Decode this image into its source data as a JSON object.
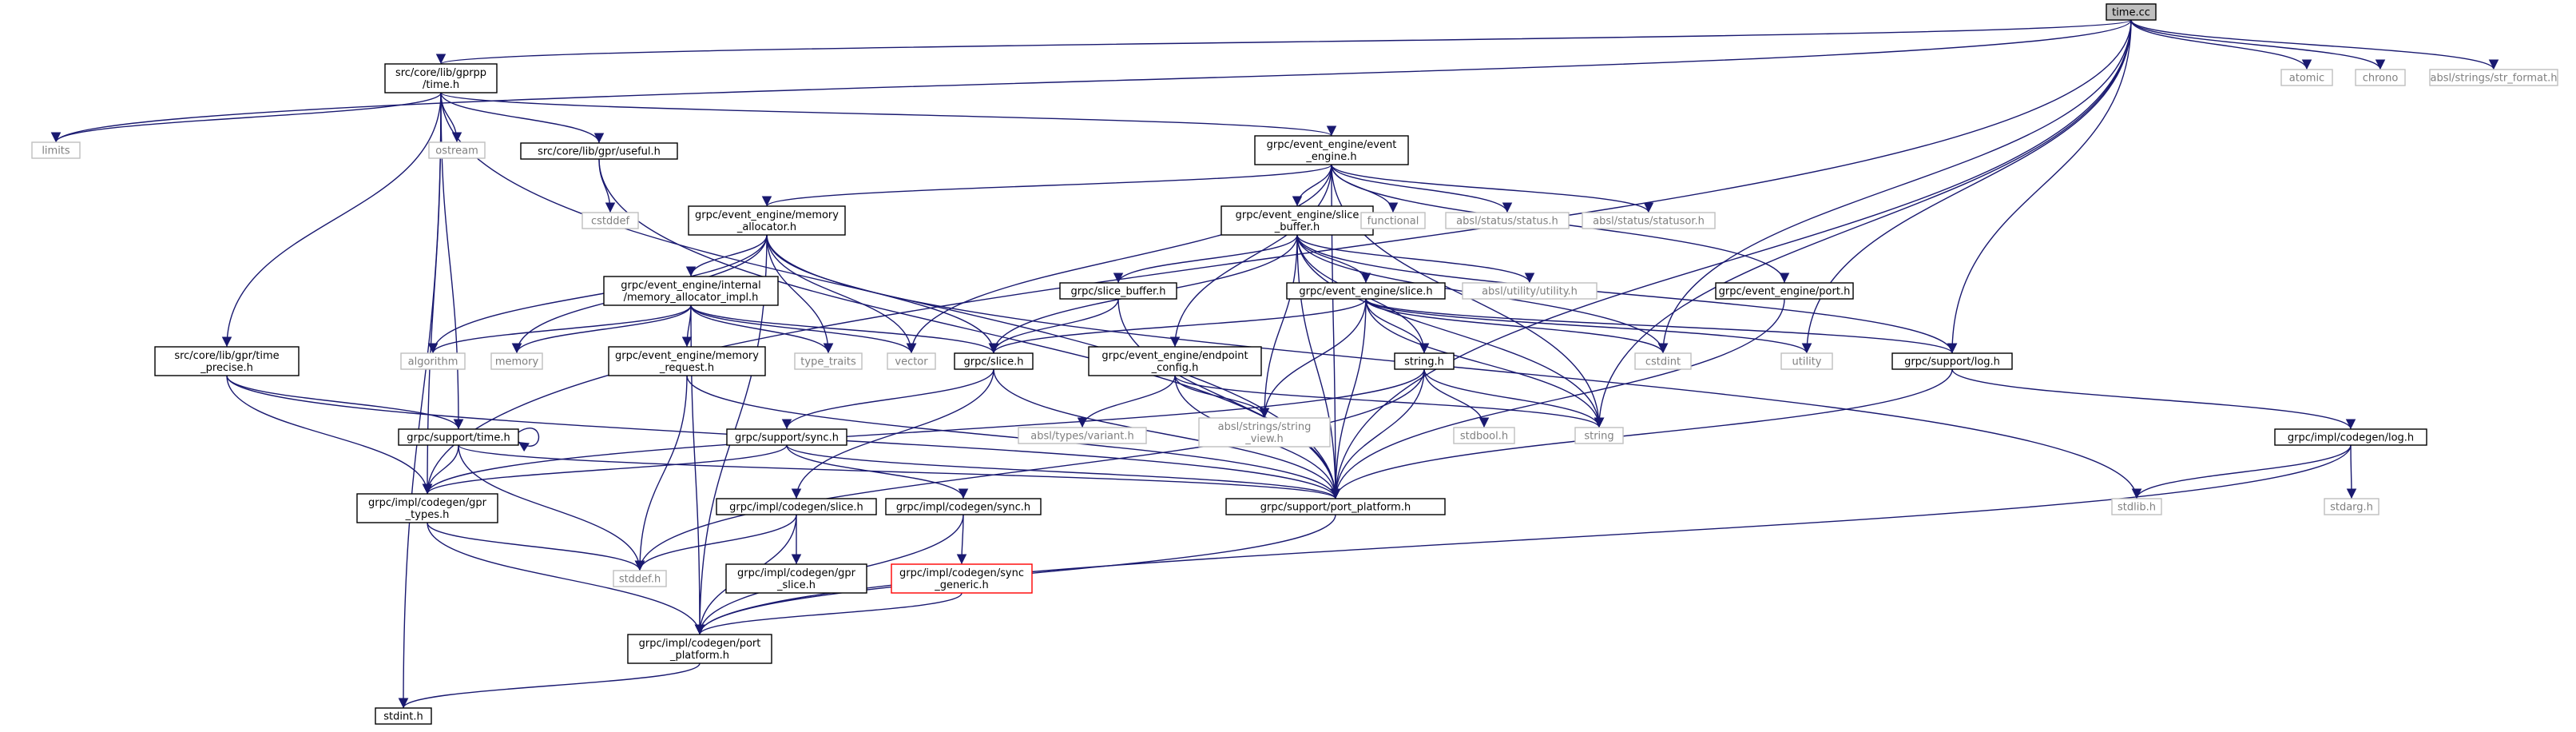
{
  "graph": {
    "colors": {
      "edge": "#191970",
      "node_border": "#000000",
      "external_border": "#bfbfbf",
      "external_text": "#7f7f7f",
      "root_fill": "#bfbfbf",
      "error_border": "#ff0000"
    },
    "nodes": [
      {
        "id": "time_cc",
        "lines": [
          "time.cc"
        ],
        "style": "root"
      },
      {
        "id": "gprpp_time",
        "lines": [
          "src/core/lib/gprpp",
          "/time.h"
        ],
        "style": "normal"
      },
      {
        "id": "limits",
        "lines": [
          "limits"
        ],
        "style": "external"
      },
      {
        "id": "ostream",
        "lines": [
          "ostream"
        ],
        "style": "external"
      },
      {
        "id": "useful",
        "lines": [
          "src/core/lib/gpr/useful.h"
        ],
        "style": "normal"
      },
      {
        "id": "cstddef",
        "lines": [
          "cstddef"
        ],
        "style": "external"
      },
      {
        "id": "ee_engine",
        "lines": [
          "grpc/event_engine/event",
          "_engine.h"
        ],
        "style": "normal"
      },
      {
        "id": "mem_alloc",
        "lines": [
          "grpc/event_engine/memory",
          "_allocator.h"
        ],
        "style": "normal"
      },
      {
        "id": "slice_buffer_ee",
        "lines": [
          "grpc/event_engine/slice",
          "_buffer.h"
        ],
        "style": "normal"
      },
      {
        "id": "functional",
        "lines": [
          "functional"
        ],
        "style": "external"
      },
      {
        "id": "status_h",
        "lines": [
          "absl/status/status.h"
        ],
        "style": "external"
      },
      {
        "id": "statusor",
        "lines": [
          "absl/status/statusor.h"
        ],
        "style": "external"
      },
      {
        "id": "atomic",
        "lines": [
          "atomic"
        ],
        "style": "external"
      },
      {
        "id": "chrono",
        "lines": [
          "chrono"
        ],
        "style": "external"
      },
      {
        "id": "str_format",
        "lines": [
          "absl/strings/str_format.h"
        ],
        "style": "external"
      },
      {
        "id": "mem_alloc_impl",
        "lines": [
          "grpc/event_engine/internal",
          "/memory_allocator_impl.h"
        ],
        "style": "normal"
      },
      {
        "id": "slice_buffer_h",
        "lines": [
          "grpc/slice_buffer.h"
        ],
        "style": "normal"
      },
      {
        "id": "ee_slice",
        "lines": [
          "grpc/event_engine/slice.h"
        ],
        "style": "normal"
      },
      {
        "id": "utility_h",
        "lines": [
          "absl/utility/utility.h"
        ],
        "style": "external"
      },
      {
        "id": "ee_port",
        "lines": [
          "grpc/event_engine/port.h"
        ],
        "style": "normal"
      },
      {
        "id": "algorithm",
        "lines": [
          "algorithm"
        ],
        "style": "external"
      },
      {
        "id": "memory",
        "lines": [
          "memory"
        ],
        "style": "external"
      },
      {
        "id": "type_traits",
        "lines": [
          "type_traits"
        ],
        "style": "external"
      },
      {
        "id": "vector",
        "lines": [
          "vector"
        ],
        "style": "external"
      },
      {
        "id": "slice_h",
        "lines": [
          "grpc/slice.h"
        ],
        "style": "normal"
      },
      {
        "id": "endpoint",
        "lines": [
          "grpc/event_engine/endpoint",
          "_config.h"
        ],
        "style": "normal"
      },
      {
        "id": "string_h",
        "lines": [
          "string.h"
        ],
        "style": "normal"
      },
      {
        "id": "cstdint",
        "lines": [
          "cstdint"
        ],
        "style": "external"
      },
      {
        "id": "utility",
        "lines": [
          "utility"
        ],
        "style": "external"
      },
      {
        "id": "support_log",
        "lines": [
          "grpc/support/log.h"
        ],
        "style": "normal"
      },
      {
        "id": "time_precise",
        "lines": [
          "src/core/lib/gpr/time",
          "_precise.h"
        ],
        "style": "normal"
      },
      {
        "id": "mem_request",
        "lines": [
          "grpc/event_engine/memory",
          "_request.h"
        ],
        "style": "normal"
      },
      {
        "id": "variant",
        "lines": [
          "absl/types/variant.h"
        ],
        "style": "external"
      },
      {
        "id": "string_view",
        "lines": [
          "absl/strings/string",
          "_view.h"
        ],
        "style": "external"
      },
      {
        "id": "stdbool",
        "lines": [
          "stdbool.h"
        ],
        "style": "external"
      },
      {
        "id": "string",
        "lines": [
          "string"
        ],
        "style": "external"
      },
      {
        "id": "codegen_log",
        "lines": [
          "grpc/impl/codegen/log.h"
        ],
        "style": "normal"
      },
      {
        "id": "support_time",
        "lines": [
          "grpc/support/time.h"
        ],
        "style": "normal"
      },
      {
        "id": "support_sync",
        "lines": [
          "grpc/support/sync.h"
        ],
        "style": "normal"
      },
      {
        "id": "gpr_types",
        "lines": [
          "grpc/impl/codegen/gpr",
          "_types.h"
        ],
        "style": "normal"
      },
      {
        "id": "port_platform",
        "lines": [
          "grpc/support/port_platform.h"
        ],
        "style": "normal"
      },
      {
        "id": "stdlib",
        "lines": [
          "stdlib.h"
        ],
        "style": "external"
      },
      {
        "id": "stdarg",
        "lines": [
          "stdarg.h"
        ],
        "style": "external"
      },
      {
        "id": "codegen_slice",
        "lines": [
          "grpc/impl/codegen/slice.h"
        ],
        "style": "normal"
      },
      {
        "id": "codegen_sync",
        "lines": [
          "grpc/impl/codegen/sync.h"
        ],
        "style": "normal"
      },
      {
        "id": "stddef",
        "lines": [
          "stddef.h"
        ],
        "style": "external"
      },
      {
        "id": "gpr_slice",
        "lines": [
          "grpc/impl/codegen/gpr",
          "_slice.h"
        ],
        "style": "normal"
      },
      {
        "id": "sync_generic",
        "lines": [
          "grpc/impl/codegen/sync",
          "_generic.h"
        ],
        "style": "error"
      },
      {
        "id": "codegen_port",
        "lines": [
          "grpc/impl/codegen/port",
          "_platform.h"
        ],
        "style": "normal"
      },
      {
        "id": "stdint",
        "lines": [
          "stdint.h"
        ],
        "style": "normal"
      }
    ],
    "edges": [
      [
        "time_cc",
        "gprpp_time"
      ],
      [
        "time_cc",
        "limits"
      ],
      [
        "time_cc",
        "gpr_types"
      ],
      [
        "time_cc",
        "cstdint"
      ],
      [
        "time_cc",
        "utility"
      ],
      [
        "time_cc",
        "support_log"
      ],
      [
        "time_cc",
        "string"
      ],
      [
        "time_cc",
        "port_platform"
      ],
      [
        "time_cc",
        "atomic"
      ],
      [
        "time_cc",
        "chrono"
      ],
      [
        "time_cc",
        "str_format"
      ],
      [
        "gprpp_time",
        "limits"
      ],
      [
        "gprpp_time",
        "ostream"
      ],
      [
        "gprpp_time",
        "useful"
      ],
      [
        "gprpp_time",
        "ee_engine"
      ],
      [
        "gprpp_time",
        "time_precise"
      ],
      [
        "gprpp_time",
        "support_time"
      ],
      [
        "gprpp_time",
        "gpr_types"
      ],
      [
        "gprpp_time",
        "stdint"
      ],
      [
        "gprpp_time",
        "port_platform"
      ],
      [
        "useful",
        "cstddef"
      ],
      [
        "useful",
        "port_platform"
      ],
      [
        "ee_engine",
        "mem_alloc"
      ],
      [
        "ee_engine",
        "slice_buffer_ee"
      ],
      [
        "ee_engine",
        "functional"
      ],
      [
        "ee_engine",
        "status_h"
      ],
      [
        "ee_engine",
        "statusor"
      ],
      [
        "ee_engine",
        "vector"
      ],
      [
        "ee_engine",
        "endpoint"
      ],
      [
        "ee_engine",
        "ee_port"
      ],
      [
        "ee_engine",
        "string"
      ],
      [
        "ee_engine",
        "port_platform"
      ],
      [
        "mem_alloc",
        "mem_alloc_impl"
      ],
      [
        "mem_alloc",
        "algorithm"
      ],
      [
        "mem_alloc",
        "memory"
      ],
      [
        "mem_alloc",
        "type_traits"
      ],
      [
        "mem_alloc",
        "vector"
      ],
      [
        "mem_alloc",
        "slice_h"
      ],
      [
        "mem_alloc",
        "codegen_port"
      ],
      [
        "mem_alloc",
        "stdlib"
      ],
      [
        "mem_alloc_impl",
        "algorithm"
      ],
      [
        "mem_alloc_impl",
        "memory"
      ],
      [
        "mem_alloc_impl",
        "type_traits"
      ],
      [
        "mem_alloc_impl",
        "vector"
      ],
      [
        "mem_alloc_impl",
        "slice_h"
      ],
      [
        "mem_alloc_impl",
        "mem_request"
      ],
      [
        "mem_alloc_impl",
        "codegen_port"
      ],
      [
        "slice_buffer_ee",
        "slice_buffer_h"
      ],
      [
        "slice_buffer_ee",
        "ee_slice"
      ],
      [
        "slice_buffer_ee",
        "utility_h"
      ],
      [
        "slice_buffer_ee",
        "slice_h"
      ],
      [
        "slice_buffer_ee",
        "cstdint"
      ],
      [
        "slice_buffer_ee",
        "string"
      ],
      [
        "slice_buffer_ee",
        "string_h"
      ],
      [
        "slice_buffer_ee",
        "string_view"
      ],
      [
        "slice_buffer_ee",
        "support_log"
      ],
      [
        "slice_buffer_ee",
        "port_platform"
      ],
      [
        "ee_slice",
        "slice_h"
      ],
      [
        "ee_slice",
        "string_h"
      ],
      [
        "ee_slice",
        "cstdint"
      ],
      [
        "ee_slice",
        "utility"
      ],
      [
        "ee_slice",
        "support_log"
      ],
      [
        "ee_slice",
        "string"
      ],
      [
        "ee_slice",
        "string_view"
      ],
      [
        "ee_slice",
        "port_platform"
      ],
      [
        "slice_buffer_h",
        "slice_h"
      ],
      [
        "slice_buffer_h",
        "port_platform"
      ],
      [
        "endpoint",
        "variant"
      ],
      [
        "endpoint",
        "string_view"
      ],
      [
        "endpoint",
        "string"
      ],
      [
        "endpoint",
        "port_platform"
      ],
      [
        "slice_h",
        "support_sync"
      ],
      [
        "slice_h",
        "codegen_slice"
      ],
      [
        "slice_h",
        "port_platform"
      ],
      [
        "string_h",
        "stdbool"
      ],
      [
        "string_h",
        "string"
      ],
      [
        "string_h",
        "gpr_types"
      ],
      [
        "string_h",
        "stddef"
      ],
      [
        "string_h",
        "port_platform"
      ],
      [
        "ee_port",
        "port_platform"
      ],
      [
        "support_log",
        "codegen_log"
      ],
      [
        "support_log",
        "port_platform"
      ],
      [
        "codegen_log",
        "stdlib"
      ],
      [
        "codegen_log",
        "stdarg"
      ],
      [
        "codegen_log",
        "codegen_port"
      ],
      [
        "time_precise",
        "support_time"
      ],
      [
        "time_precise",
        "gpr_types"
      ],
      [
        "time_precise",
        "port_platform"
      ],
      [
        "mem_request",
        "stddef"
      ],
      [
        "mem_request",
        "port_platform"
      ],
      [
        "support_time",
        "gpr_types"
      ],
      [
        "support_time",
        "stddef"
      ],
      [
        "support_time",
        "port_platform"
      ],
      [
        "support_time",
        "support_time"
      ],
      [
        "support_sync",
        "gpr_types"
      ],
      [
        "support_sync",
        "codegen_sync"
      ],
      [
        "support_sync",
        "port_platform"
      ],
      [
        "gpr_types",
        "stddef"
      ],
      [
        "gpr_types",
        "codegen_port"
      ],
      [
        "codegen_slice",
        "stddef"
      ],
      [
        "codegen_slice",
        "gpr_slice"
      ],
      [
        "codegen_slice",
        "codegen_port"
      ],
      [
        "codegen_sync",
        "sync_generic"
      ],
      [
        "codegen_sync",
        "codegen_port"
      ],
      [
        "sync_generic",
        "codegen_port"
      ],
      [
        "port_platform",
        "codegen_port"
      ],
      [
        "codegen_port",
        "stdint"
      ]
    ]
  }
}
